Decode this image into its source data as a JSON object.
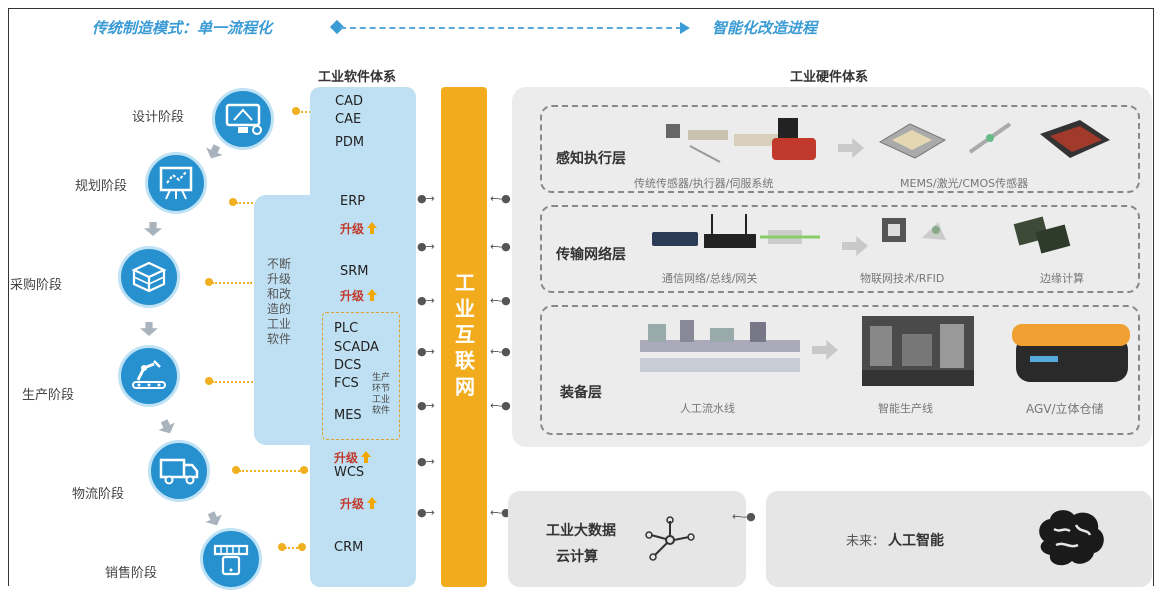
{
  "header": {
    "left_title": "传统制造模式：单一流程化",
    "right_title": "智能化改造进程"
  },
  "software": {
    "title": "工业软件体系",
    "cad": "CAD",
    "cae": "CAE",
    "pdm": "PDM",
    "erp": "ERP",
    "srm": "SRM",
    "plc": "PLC",
    "scada": "SCADA",
    "dcs": "DCS",
    "fcs": "FCS",
    "mes": "MES",
    "production_sw": [
      "生产",
      "环节",
      "工业",
      "软件"
    ],
    "wcs": "WCS",
    "crm": "CRM",
    "upgrade": "升级",
    "continuous_upgrade": [
      "不断",
      "升级",
      "和改",
      "造的",
      "工业",
      "软件"
    ]
  },
  "stages": [
    {
      "label": "设计阶段",
      "icon": "design-monitor-icon"
    },
    {
      "label": "规划阶段",
      "icon": "planning-board-icon"
    },
    {
      "label": "采购阶段",
      "icon": "procurement-boxes-icon"
    },
    {
      "label": "生产阶段",
      "icon": "robot-arm-icon"
    },
    {
      "label": "物流阶段",
      "icon": "truck-icon"
    },
    {
      "label": "销售阶段",
      "icon": "storefront-icon"
    }
  ],
  "internet": {
    "label": "工业互联网"
  },
  "hardware": {
    "title": "工业硬件体系",
    "rows": [
      {
        "label": "感知执行层",
        "captions": [
          "传统传感器/执行器/伺服系统",
          "MEMS/激光/CMOS传感器"
        ]
      },
      {
        "label": "传输网络层",
        "captions": [
          "通信网络/总线/网关",
          "物联网技术/RFID",
          "边缘计算"
        ]
      },
      {
        "label": "装备层",
        "captions": [
          "人工流水线",
          "智能生产线",
          "AGV/立体仓储"
        ]
      }
    ]
  },
  "bigdata": {
    "line1": "工业大数据",
    "line2": "云计算"
  },
  "ai": {
    "prefix": "未来：",
    "label": "人工智能"
  },
  "colors": {
    "blue": "#2790cf",
    "orange": "#f2ab1d",
    "light_blue": "#bfe0f3",
    "gray_panel": "#ececec"
  }
}
